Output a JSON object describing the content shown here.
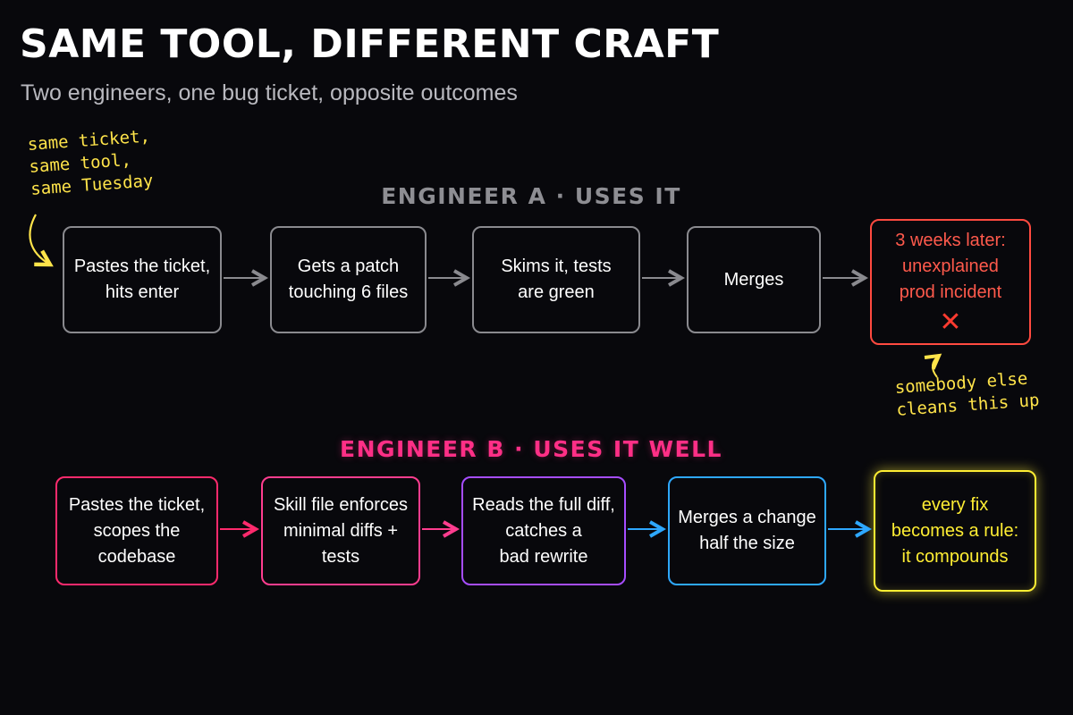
{
  "header": {
    "title": "SAME TOOL, DIFFERENT CRAFT",
    "subtitle": "Two engineers, one bug ticket, opposite outcomes"
  },
  "annotations": {
    "top_note": "same ticket,\nsame tool,\nsame Tuesday",
    "bottom_note": "somebody else\ncleans this up"
  },
  "engineer_a": {
    "label": "ENGINEER A · USES IT",
    "steps": [
      "Pastes the ticket,\nhits enter",
      "Gets a patch\ntouching 6 files",
      "Skims it, tests\nare green",
      "Merges",
      "3 weeks later:\nunexplained\nprod incident"
    ],
    "outcome_icon": "x-mark-icon",
    "outcome_glyph": "✕"
  },
  "engineer_b": {
    "label": "ENGINEER B · USES IT WELL",
    "steps": [
      "Pastes the ticket,\nscopes the\ncodebase",
      "Skill file enforces\nminimal diffs +\ntests",
      "Reads the full diff,\ncatches a\nbad rewrite",
      "Merges a change\nhalf the size",
      "every fix\nbecomes a rule:\nit compounds"
    ]
  },
  "colors": {
    "background": "#08080c",
    "row_a_gray": "#8a8a8f",
    "incident_red": "#ff4a40",
    "label_b_pink": "#ff2f86",
    "b_step1": "#ff2a6d",
    "b_step2": "#ff3d8f",
    "b_step3": "#a64dff",
    "b_step4": "#2ea8ff",
    "b_step5": "#ffee33",
    "note_yellow": "#ffe44a"
  }
}
